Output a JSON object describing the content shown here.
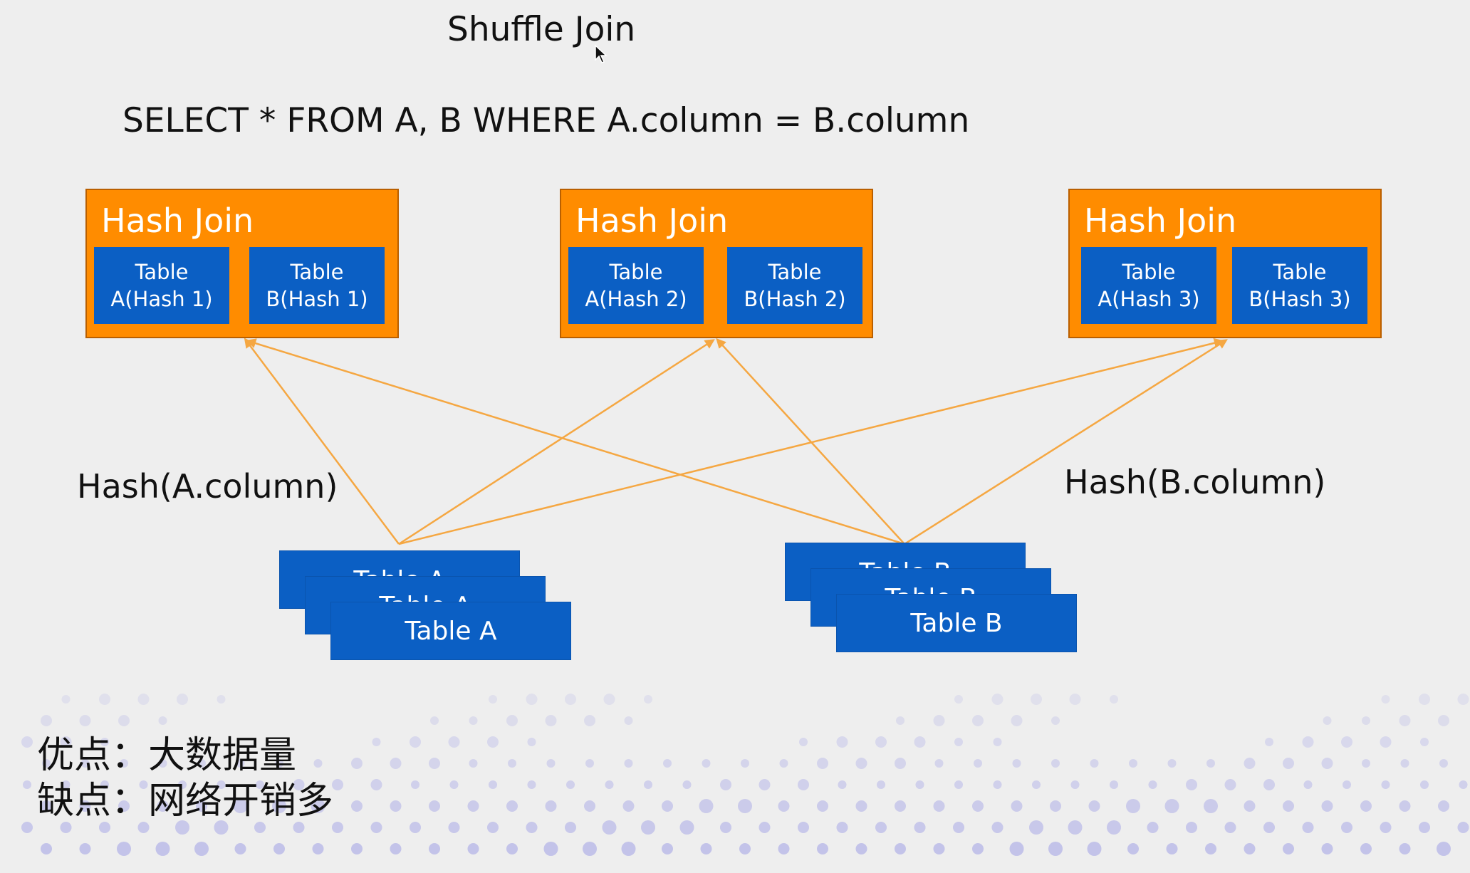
{
  "title": "Shuffle Join",
  "sql": "SELECT * FROM A, B WHERE A.column = B.column",
  "hash_joins": [
    {
      "label": "Hash Join",
      "left_partition": [
        "Table",
        "A(Hash 1)"
      ],
      "right_partition": [
        "Table",
        "B(Hash 1)"
      ]
    },
    {
      "label": "Hash Join",
      "left_partition": [
        "Table",
        "A(Hash 2)"
      ],
      "right_partition": [
        "Table",
        "B(Hash 2)"
      ]
    },
    {
      "label": "Hash Join",
      "left_partition": [
        "Table",
        "A(Hash 3)"
      ],
      "right_partition": [
        "Table",
        "B(Hash 3)"
      ]
    }
  ],
  "hash_labels": {
    "a": "Hash(A.column)",
    "b": "Hash(B.column)"
  },
  "table_stacks": {
    "a": {
      "front_label": "Table A",
      "back_label": "Table A"
    },
    "b": {
      "front_label": "Table B",
      "back_label": "Table B"
    }
  },
  "notes": {
    "pros": "优点：大数据量",
    "cons": "缺点：网络开销多"
  },
  "colors": {
    "background": "#eeeeee",
    "hash_join_box": "#ff8c00",
    "table_block": "#0b5fc4",
    "arrow": "#f5a742",
    "dots": "#b9b9e8"
  },
  "icons": {
    "cursor": "mouse-pointer-icon"
  }
}
